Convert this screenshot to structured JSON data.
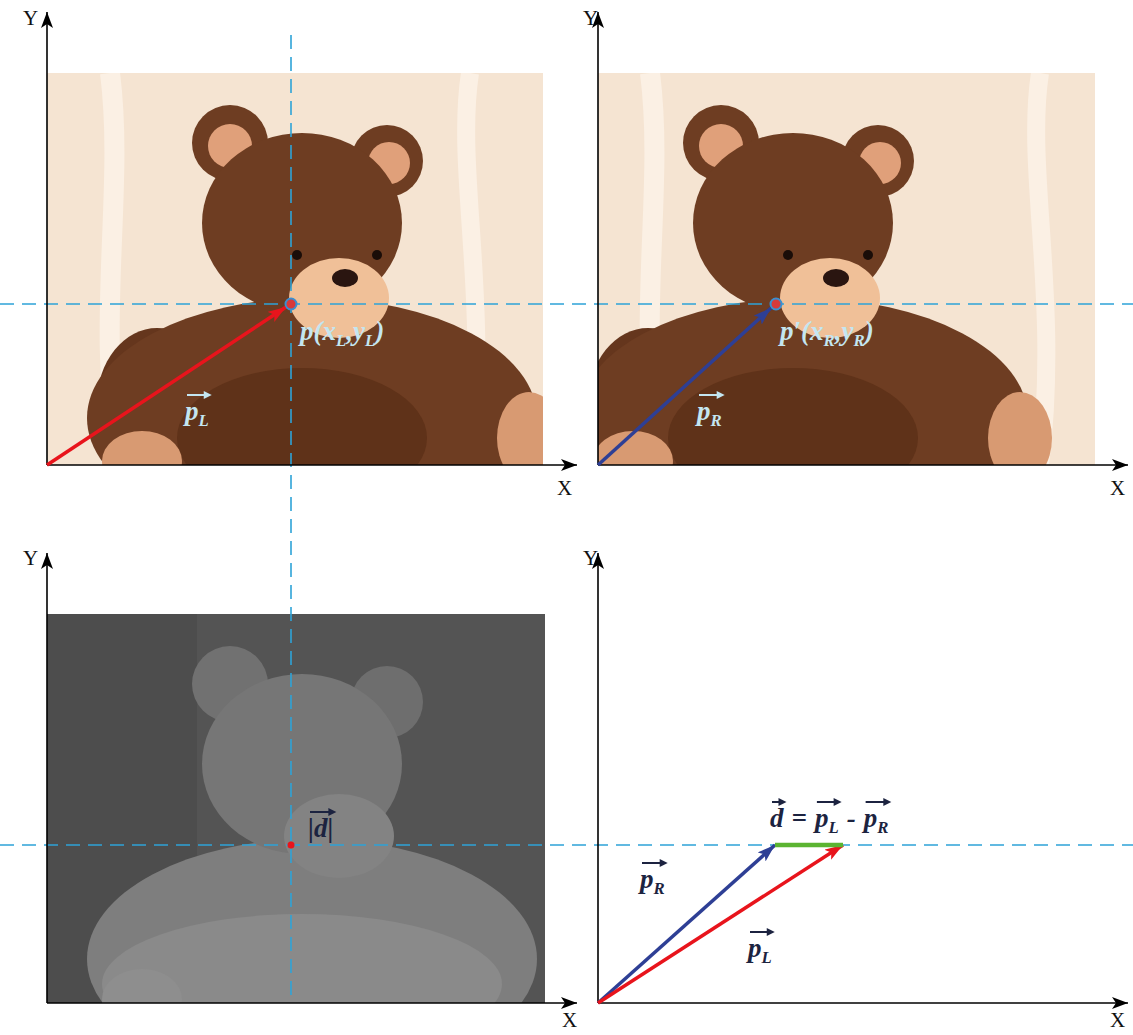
{
  "diagram": {
    "labels": [
      "Y",
      "X",
      "Y",
      "X",
      "Y",
      "X",
      "Y",
      "X",
      "p(x",
      "L",
      ",y",
      "L",
      ")",
      "p′(x",
      "R",
      ",y",
      "R",
      ")",
      "p",
      "L",
      "p",
      "R",
      "|d|",
      "d",
      "=",
      "p",
      "L",
      "-",
      "p",
      "R",
      "p",
      "R",
      "p",
      "L"
    ]
  }
}
